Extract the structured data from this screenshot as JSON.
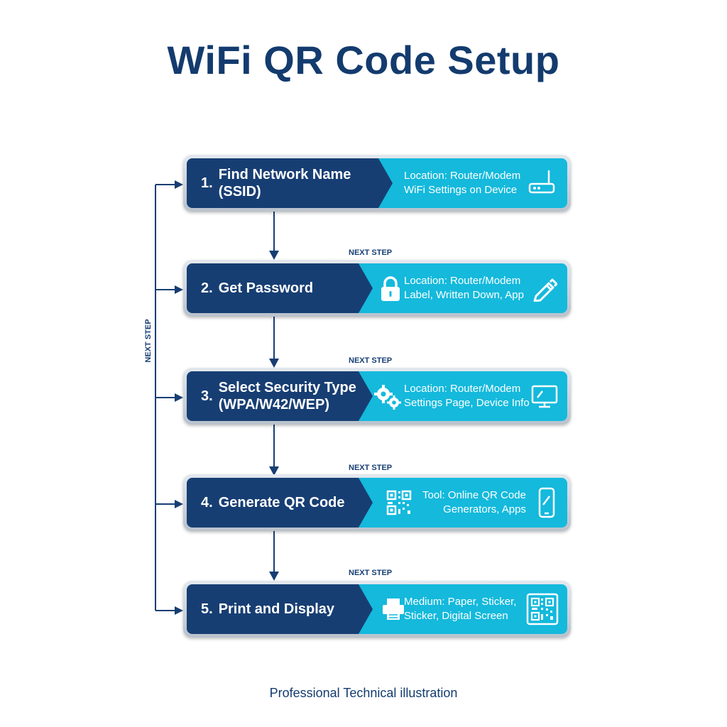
{
  "title": "WiFi QR Code Setup",
  "side_label": "NEXT STEP",
  "next_label": "NEXT STEP",
  "footer": "Professional Technical illustration",
  "colors": {
    "dark": "#173e73",
    "accent": "#14b9dc",
    "title": "#133b6e"
  },
  "steps": [
    {
      "number": "1.",
      "title_lines": [
        "Find Network Name (SSID)"
      ],
      "info_lines": [
        "Location: Router/Modem",
        "WiFi Settings on Device"
      ],
      "icons": [
        "router-icon"
      ]
    },
    {
      "number": "2.",
      "title_lines": [
        "Get Password"
      ],
      "info_lines": [
        "Location: Router/Modem",
        "Label, Written Down, App"
      ],
      "icons": [
        "lock-icon",
        "pencil-icon"
      ]
    },
    {
      "number": "3.",
      "title_lines": [
        "Select Security Type",
        "(WPA/W42/WEP)"
      ],
      "info_lines": [
        "Location: Router/Modem",
        "Settings Page, Device Info"
      ],
      "icons": [
        "gears-icon",
        "monitor-icon"
      ]
    },
    {
      "number": "4.",
      "title_lines": [
        "Generate QR Code"
      ],
      "info_lines": [
        "Tool: Online QR Code",
        "Generators, Apps"
      ],
      "icons": [
        "qr-code-icon",
        "smartphone-icon"
      ]
    },
    {
      "number": "5.",
      "title_lines": [
        "Print and Display"
      ],
      "info_lines": [
        "Medium: Paper, Sticker,",
        "Sticker, Digital Screen"
      ],
      "icons": [
        "printer-icon",
        "qr-code-icon"
      ]
    }
  ]
}
